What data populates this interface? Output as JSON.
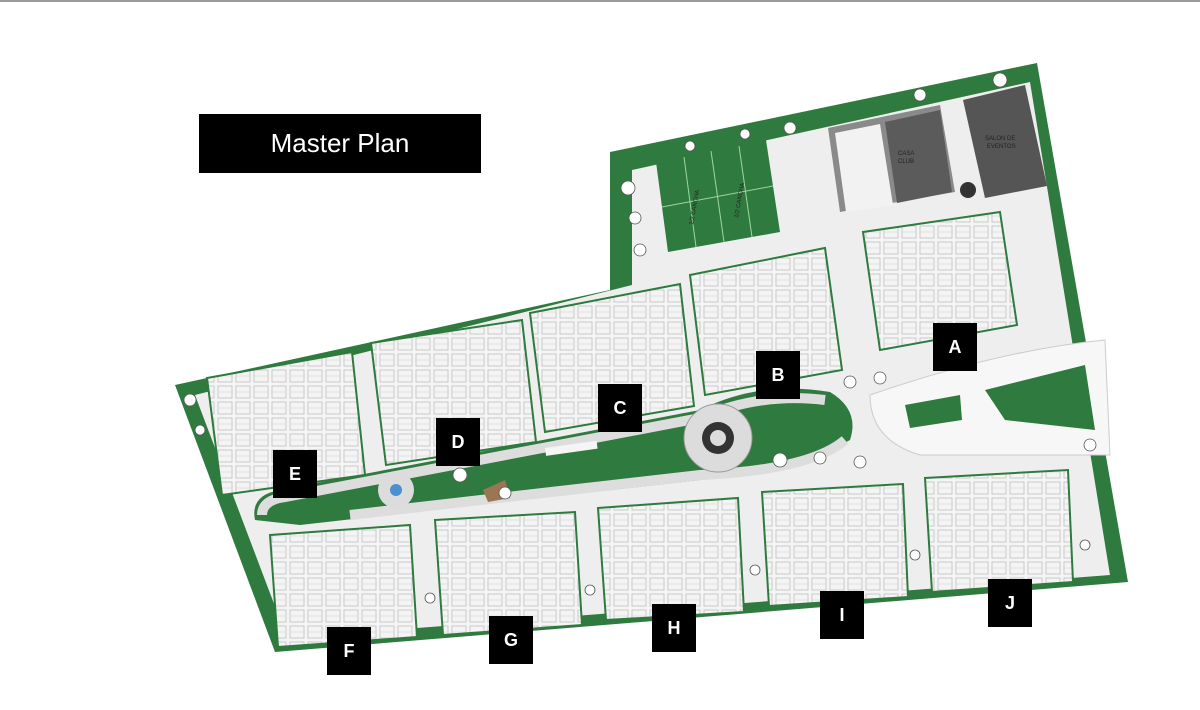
{
  "title": "Master Plan",
  "facilities": {
    "casa_club_line1": "CASA",
    "casa_club_line2": "CLUB",
    "salon_line1": "SALON DE",
    "salon_line2": "EVENTOS",
    "court_label_1": "1/2 CANCHA",
    "court_label_2": "1/2 CANCHA"
  },
  "colors": {
    "green": "#2f7a3e",
    "paving": "#dcdcdc",
    "building": "#f2f2f2",
    "dark_roof": "#4a4a4a",
    "label_bg": "#000000"
  },
  "block_labels": {
    "A": "A",
    "B": "B",
    "C": "C",
    "D": "D",
    "E": "E",
    "F": "F",
    "G": "G",
    "H": "H",
    "I": "I",
    "J": "J"
  }
}
